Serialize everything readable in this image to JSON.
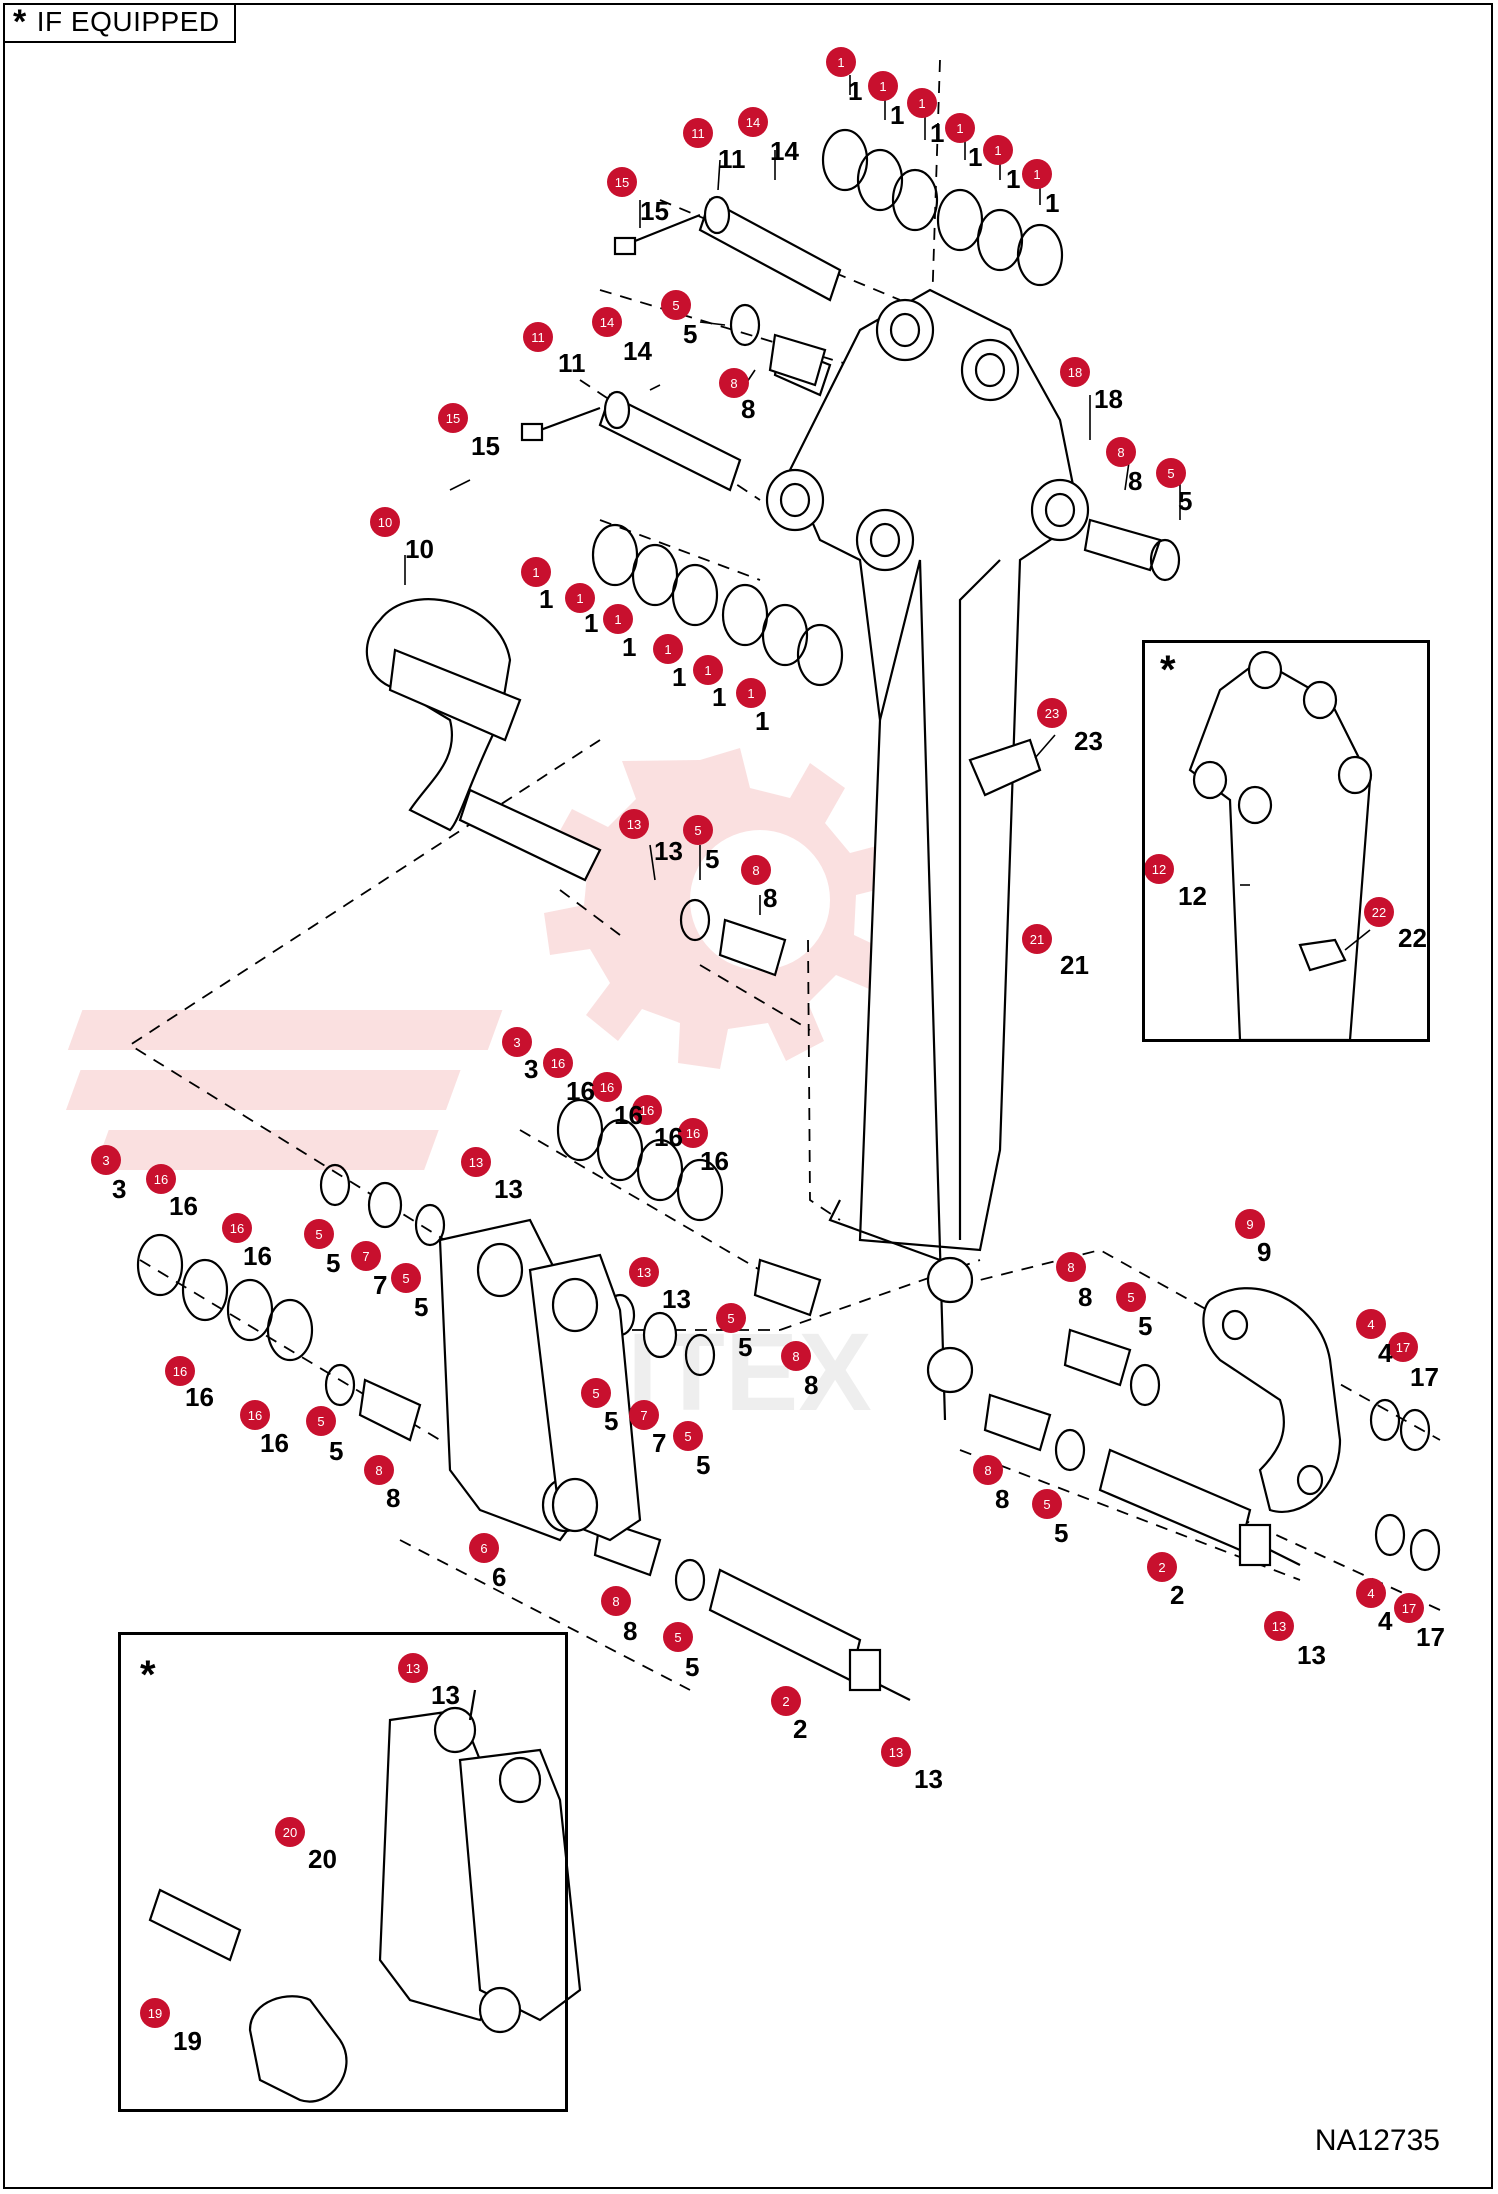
{
  "legend": {
    "symbol": "*",
    "label": "IF EQUIPPED"
  },
  "drawing_id": "NA12735",
  "watermark": {
    "text": "LITEX",
    "color": "#f6c7c7"
  },
  "colors": {
    "callout": "#c8102e",
    "callout_text": "#ffffff",
    "line": "#000000"
  },
  "insets": [
    {
      "symbol": "*",
      "label_ids": [
        "12",
        "22"
      ]
    },
    {
      "symbol": "*",
      "label_ids": [
        "13",
        "20",
        "19"
      ]
    }
  ],
  "callouts": [
    {
      "n": "1"
    },
    {
      "n": "1"
    },
    {
      "n": "1"
    },
    {
      "n": "1"
    },
    {
      "n": "1"
    },
    {
      "n": "1"
    },
    {
      "n": "11"
    },
    {
      "n": "14"
    },
    {
      "n": "15"
    },
    {
      "n": "5"
    },
    {
      "n": "8"
    },
    {
      "n": "11"
    },
    {
      "n": "14"
    },
    {
      "n": "15"
    },
    {
      "n": "18"
    },
    {
      "n": "8"
    },
    {
      "n": "5"
    },
    {
      "n": "10"
    },
    {
      "n": "1"
    },
    {
      "n": "1"
    },
    {
      "n": "1"
    },
    {
      "n": "1"
    },
    {
      "n": "1"
    },
    {
      "n": "1"
    },
    {
      "n": "23"
    },
    {
      "n": "13"
    },
    {
      "n": "5"
    },
    {
      "n": "8"
    },
    {
      "n": "21"
    },
    {
      "n": "12"
    },
    {
      "n": "22"
    },
    {
      "n": "3"
    },
    {
      "n": "16"
    },
    {
      "n": "16"
    },
    {
      "n": "16"
    },
    {
      "n": "16"
    },
    {
      "n": "13"
    },
    {
      "n": "13"
    },
    {
      "n": "3"
    },
    {
      "n": "16"
    },
    {
      "n": "16"
    },
    {
      "n": "16"
    },
    {
      "n": "16"
    },
    {
      "n": "5"
    },
    {
      "n": "7"
    },
    {
      "n": "5"
    },
    {
      "n": "5"
    },
    {
      "n": "8"
    },
    {
      "n": "5"
    },
    {
      "n": "7"
    },
    {
      "n": "5"
    },
    {
      "n": "9"
    },
    {
      "n": "8"
    },
    {
      "n": "5"
    },
    {
      "n": "4"
    },
    {
      "n": "17"
    },
    {
      "n": "5"
    },
    {
      "n": "8"
    },
    {
      "n": "6"
    },
    {
      "n": "8"
    },
    {
      "n": "5"
    },
    {
      "n": "2"
    },
    {
      "n": "8"
    },
    {
      "n": "5"
    },
    {
      "n": "2"
    },
    {
      "n": "13"
    },
    {
      "n": "4"
    },
    {
      "n": "17"
    },
    {
      "n": "13"
    },
    {
      "n": "20"
    },
    {
      "n": "19"
    },
    {
      "n": "13"
    }
  ]
}
